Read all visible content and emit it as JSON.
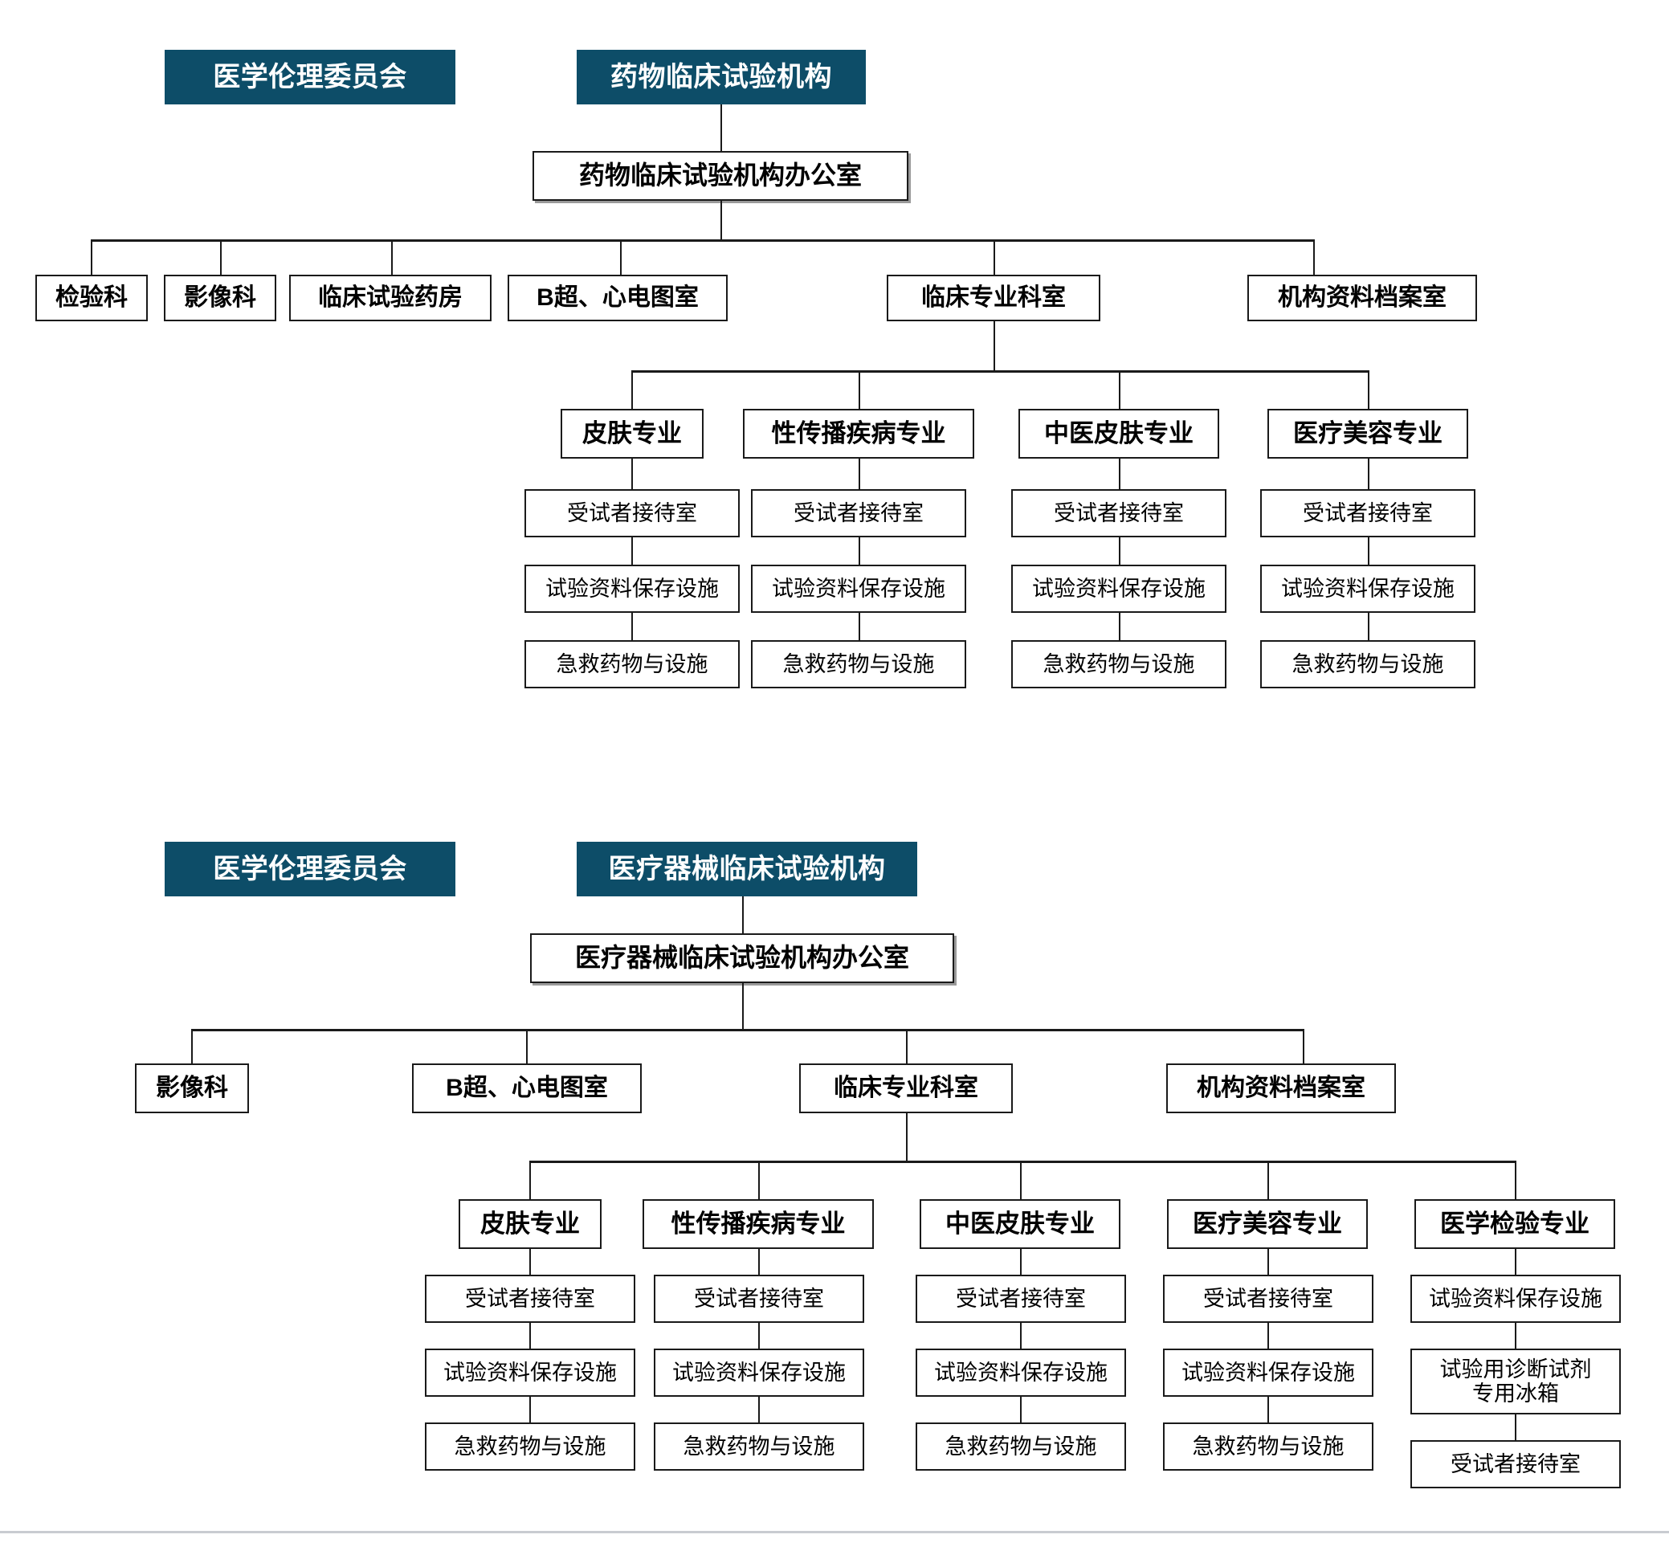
{
  "diagram": {
    "title_hidden": "",
    "accent_color": "#0d4d68",
    "line_color": "#1a1a1a",
    "box_border_color": "#1a1a1a",
    "background": "#ffffff"
  },
  "sections": [
    {
      "id": "drug-trial",
      "ethics_chip": "医学伦理委员会",
      "institution_chip": "药物临床试验机构",
      "office": "药物临床试验机构办公室",
      "departments": [
        "检验科",
        "影像科",
        "临床试验药房",
        "B超、心电图室",
        "临床专业科室",
        "机构资料档案室"
      ],
      "clinical_parent": "临床专业科室",
      "specialties": [
        {
          "name": "皮肤专业",
          "facilities": [
            "受试者接待室",
            "试验资料保存设施",
            "急救药物与设施"
          ]
        },
        {
          "name": "性传播疾病专业",
          "facilities": [
            "受试者接待室",
            "试验资料保存设施",
            "急救药物与设施"
          ]
        },
        {
          "name": "中医皮肤专业",
          "facilities": [
            "受试者接待室",
            "试验资料保存设施",
            "急救药物与设施"
          ]
        },
        {
          "name": "医疗美容专业",
          "facilities": [
            "受试者接待室",
            "试验资料保存设施",
            "急救药物与设施"
          ]
        }
      ]
    },
    {
      "id": "device-trial",
      "ethics_chip": "医学伦理委员会",
      "institution_chip": "医疗器械临床试验机构",
      "office": "医疗器械临床试验机构办公室",
      "departments": [
        "影像科",
        "B超、心电图室",
        "临床专业科室",
        "机构资料档案室"
      ],
      "clinical_parent": "临床专业科室",
      "specialties": [
        {
          "name": "皮肤专业",
          "facilities": [
            "受试者接待室",
            "试验资料保存设施",
            "急救药物与设施"
          ]
        },
        {
          "name": "性传播疾病专业",
          "facilities": [
            "受试者接待室",
            "试验资料保存设施",
            "急救药物与设施"
          ]
        },
        {
          "name": "中医皮肤专业",
          "facilities": [
            "受试者接待室",
            "试验资料保存设施",
            "急救药物与设施"
          ]
        },
        {
          "name": "医疗美容专业",
          "facilities": [
            "受试者接待室",
            "试验资料保存设施",
            "急救药物与设施"
          ]
        },
        {
          "name": "医学检验专业",
          "facilities": [
            "试验资料保存设施",
            "试验用诊断试剂\n专用冰箱",
            "受试者接待室"
          ]
        }
      ]
    }
  ]
}
